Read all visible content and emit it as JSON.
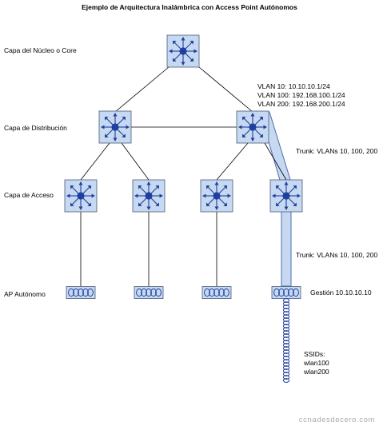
{
  "title": "Ejemplo de Arquitectura Inalámbrica con Access Point Autónomos",
  "layers": {
    "core": "Capa del Núcleo o Core",
    "distribution": "Capa de Distribución",
    "access": "Capa de Acceso",
    "ap": "AP Autónomo"
  },
  "vlans": {
    "line1": "VLAN 10: 10.10.10.1/24",
    "line2": "VLAN 100: 192.168.100.1/24",
    "line3": "VLAN 200: 192.168.200.1/24"
  },
  "trunk_label_1": "Trunk: VLANs 10, 100, 200",
  "trunk_label_2": "Trunk: VLANs 10, 100, 200",
  "management_label": "Gestión 10.10.10.10",
  "ssids": {
    "heading": "SSIDs:",
    "ssid1": "wlan100",
    "ssid2": "wlan200"
  },
  "watermark": "ccnadesdecero.com",
  "colors": {
    "switch_fill": "#c6d9f1",
    "switch_stroke": "#4a5a7a",
    "icon_blue": "#1f3f9f",
    "trunk_fill": "#c6d9f1",
    "trunk_stroke": "#4a6eb0"
  },
  "icons": {
    "switch": "multilayer-switch-icon",
    "access_point": "access-point-icon",
    "radio_wave": "radio-wave-icon"
  }
}
